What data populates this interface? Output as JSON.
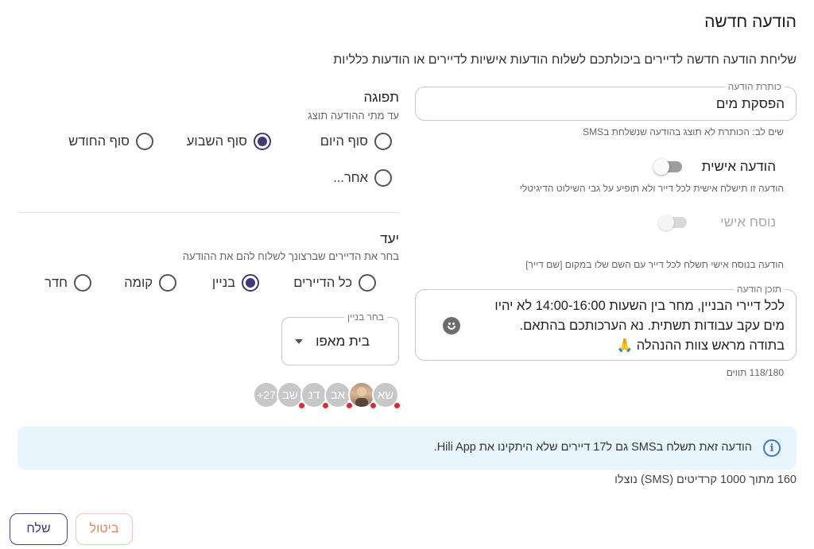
{
  "header": {
    "title": "הודעה חדשה",
    "subtitle": "שליחת הודעה חדשה לדיירים ביכולתכם לשלוח הודעות אישיות לדיירים או הודעות כלליות"
  },
  "message_title": {
    "legend": "כותרת הודעה",
    "value": "הפסקת מים",
    "hint": "שים לב: הכותרת לא תוצג בהודעה שנשלחת בSMS"
  },
  "personal_message": {
    "label": "הודעה אישית",
    "enabled": false,
    "hint": "הודעה זו תישלח אישית לכל דייר ולא תופיע על גבי השילוט הדיגיטלי"
  },
  "personal_wording": {
    "label": "נוסח אישי",
    "enabled": false,
    "hint": "הודעה בנוסח אישי תשלח לכל דייר עם השם שלו במקום [שם דייר]"
  },
  "message_content": {
    "legend": "תוכן הודעה",
    "line1": "לכל דיירי הבניין, מחר בין השעות 14:00-16:00 לא יהיו",
    "line2": "מים עקב עבודות תשתית. נא הערכותכם בהתאם.",
    "line3": "בתודה מראש צוות ההנהלה 🙏",
    "counter": "118/180 תווים",
    "emoji_icon": "smiley-icon"
  },
  "duration": {
    "title": "תפוגה",
    "subtitle": "עד מתי ההודעה תוצג",
    "options": [
      {
        "label": "סוף היום",
        "checked": false
      },
      {
        "label": "סוף השבוע",
        "checked": true
      },
      {
        "label": "סוף החודש",
        "checked": false
      },
      {
        "label": "אחר...",
        "checked": false
      }
    ]
  },
  "target": {
    "title": "יעד",
    "subtitle": "בחר את הדיירים שברצונך לשלוח להם את ההודעה",
    "options": [
      {
        "label": "כל הדיירים",
        "checked": false
      },
      {
        "label": "בניין",
        "checked": true
      },
      {
        "label": "קומה",
        "checked": false
      },
      {
        "label": "חדר",
        "checked": false
      }
    ],
    "building_select": {
      "legend": "בחר בניין",
      "value": "בית מאפו"
    },
    "avatars": [
      "שא",
      "",
      "אב",
      "דנ",
      "שב",
      "+27"
    ]
  },
  "banner": {
    "text": "הודעה זאת תשלח בSMS גם ל17 דיירים שלא היתקינו את Hili App.",
    "icon": "info-icon",
    "accent": "#3a7cc4"
  },
  "credits": "160 מתוך 1000 קרדיטים (SMS) נוצלו",
  "buttons": {
    "send": "שלח",
    "cancel": "ביטול"
  },
  "colors": {
    "primary": "#3f3a78",
    "cancel": "#e8825e",
    "badge_red": "#d32f3a",
    "banner_bg": "#e9f5fd"
  }
}
